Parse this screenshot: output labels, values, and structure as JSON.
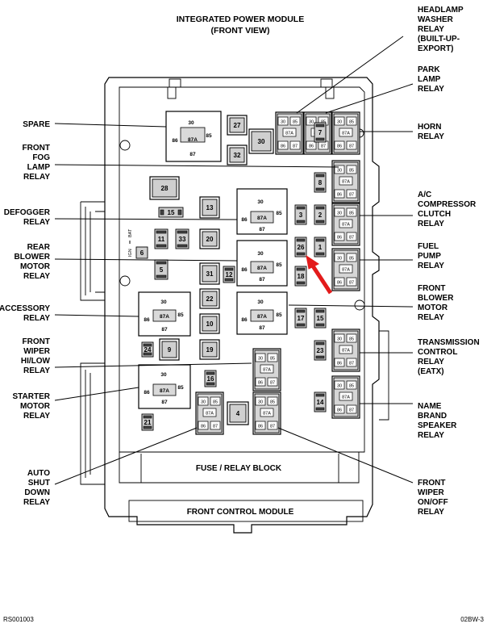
{
  "header": {
    "title_line1": "INTEGRATED POWER MODULE",
    "title_line2": "(FRONT VIEW)"
  },
  "module_labels": {
    "fuse_relay_block": "FUSE / RELAY BLOCK",
    "front_control_module": "FRONT CONTROL MODULE"
  },
  "footer": {
    "left_code": "RS001003",
    "right_code": "02BW-3"
  },
  "left_callouts": [
    {
      "id": "spare",
      "lines": [
        "SPARE"
      ]
    },
    {
      "id": "front-fog-lamp-relay",
      "lines": [
        "FRONT",
        "FOG",
        "LAMP",
        "RELAY"
      ]
    },
    {
      "id": "defogger-relay",
      "lines": [
        "DEFOGGER",
        "RELAY"
      ]
    },
    {
      "id": "rear-blower-motor-relay",
      "lines": [
        "REAR",
        "BLOWER",
        "MOTOR",
        "RELAY"
      ]
    },
    {
      "id": "accessory-relay",
      "lines": [
        "ACCESSORY",
        "RELAY"
      ]
    },
    {
      "id": "front-wiper-hi-low-relay",
      "lines": [
        "FRONT",
        "WIPER",
        "HI/LOW",
        "RELAY"
      ]
    },
    {
      "id": "starter-motor-relay",
      "lines": [
        "STARTER",
        "MOTOR",
        "RELAY"
      ]
    },
    {
      "id": "auto-shut-down-relay",
      "lines": [
        "AUTO",
        "SHUT",
        "DOWN",
        "RELAY"
      ]
    }
  ],
  "right_callouts": [
    {
      "id": "headlamp-washer-relay",
      "lines": [
        "HEADLAMP",
        "WASHER",
        "RELAY",
        "(BUILT-UP-",
        "EXPORT)"
      ]
    },
    {
      "id": "park-lamp-relay",
      "lines": [
        "PARK",
        "LAMP",
        "RELAY"
      ]
    },
    {
      "id": "horn-relay",
      "lines": [
        "HORN",
        "RELAY"
      ]
    },
    {
      "id": "ac-compressor-clutch-relay",
      "lines": [
        "A/C",
        "COMPRESSOR",
        "CLUTCH",
        "RELAY"
      ]
    },
    {
      "id": "fuel-pump-relay",
      "lines": [
        "FUEL",
        "PUMP",
        "RELAY"
      ]
    },
    {
      "id": "front-blower-motor-relay",
      "lines": [
        "FRONT",
        "BLOWER",
        "MOTOR",
        "RELAY"
      ]
    },
    {
      "id": "transmission-control-relay",
      "lines": [
        "TRANSMISSION",
        "CONTROL",
        "RELAY",
        "(EATX)"
      ]
    },
    {
      "id": "name-brand-speaker-relay",
      "lines": [
        "NAME",
        "BRAND",
        "SPEAKER",
        "RELAY"
      ]
    },
    {
      "id": "front-wiper-on-off-relay",
      "lines": [
        "FRONT",
        "WIPER",
        "ON/OFF",
        "RELAY"
      ]
    }
  ],
  "pins": {
    "p30": "30",
    "p85": "85",
    "p86": "86",
    "p87": "87",
    "p87a": "87A"
  },
  "ign_bat_labels": {
    "ign": "IGN",
    "bat": "BAT"
  },
  "fuse_numbers": {
    "f27": "27",
    "f30": "30",
    "f32": "32",
    "f28": "28",
    "f15": "15",
    "f13": "13",
    "f20": "20",
    "f11": "11",
    "f33": "33",
    "f6": "6",
    "f5": "5",
    "f31": "31",
    "f12": "12",
    "f22": "22",
    "f10": "10",
    "f19": "19",
    "f9": "9",
    "f24": "24",
    "f16": "16",
    "f21": "21",
    "f4": "4",
    "f8": "8",
    "f3": "3",
    "f2": "2",
    "f26": "26",
    "f1": "1",
    "f18": "18",
    "f17": "17",
    "f15b": "15",
    "f23": "23",
    "f14": "14",
    "f7": "7"
  },
  "accent_colors": {
    "arrow": "#e31b1b",
    "relay_fill": "#d6d6d6"
  }
}
